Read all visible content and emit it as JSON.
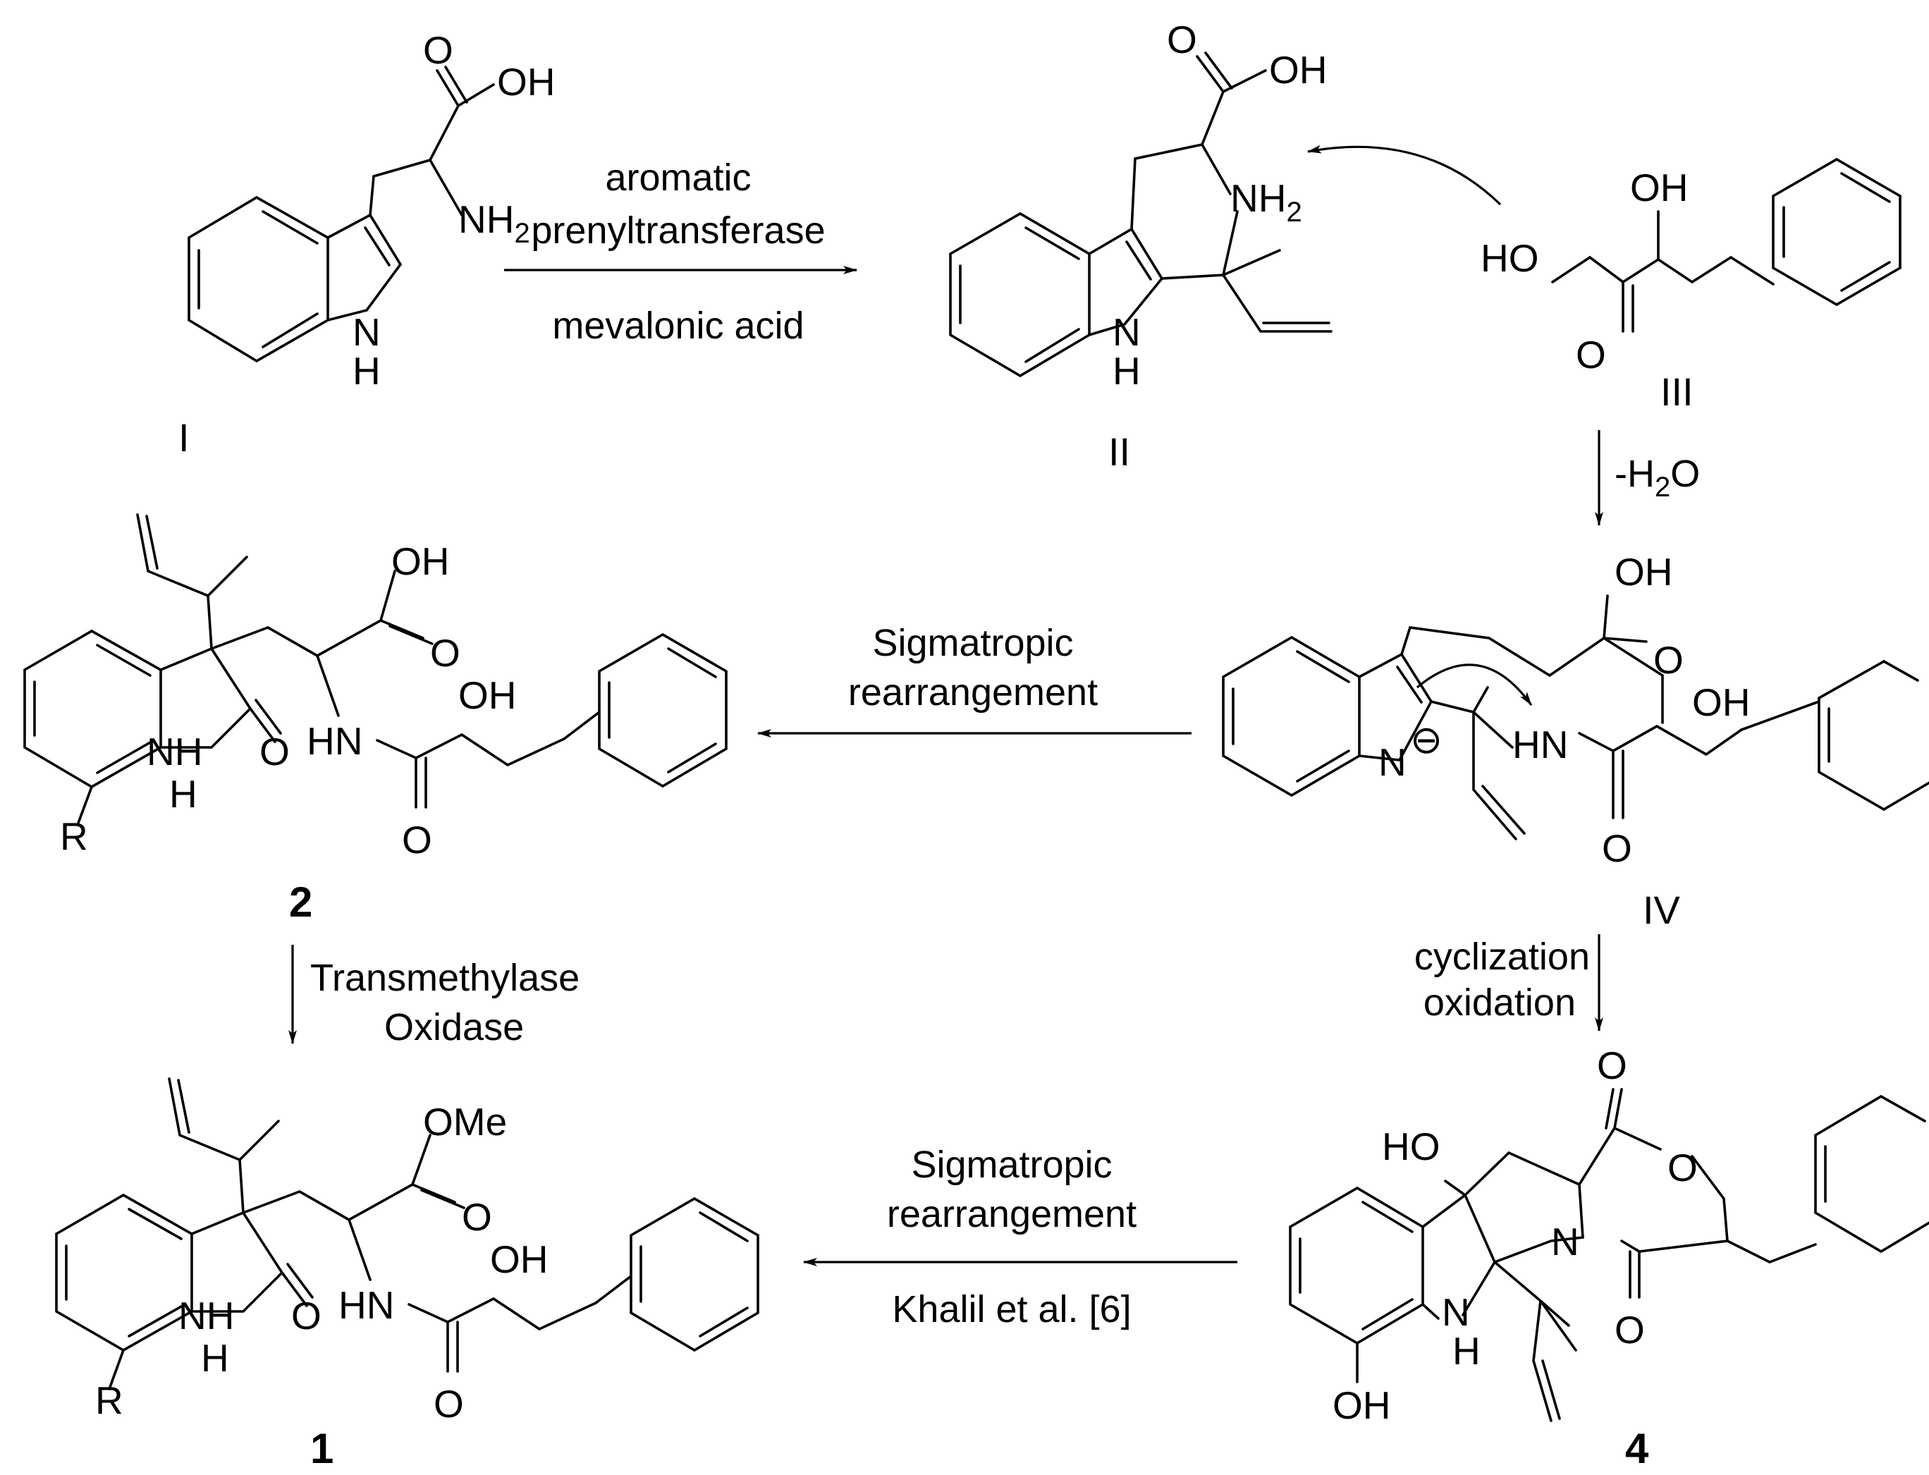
{
  "compounds": {
    "I": {
      "number": "I",
      "labels": {
        "carbonyl_o": "O",
        "oh": "OH",
        "nh2": "NH",
        "nh2_sub": "2",
        "n": "N",
        "h": "H"
      }
    },
    "II": {
      "number": "II",
      "labels": {
        "carbonyl_o": "O",
        "oh": "OH",
        "nh2": "NH",
        "nh2_sub": "2",
        "n": "N",
        "h": "H"
      }
    },
    "III": {
      "number": "III",
      "labels": {
        "oh": "OH",
        "ho": "HO",
        "carbonyl_o": "O"
      }
    },
    "IV": {
      "number": "IV",
      "labels": {
        "oh_acid": "OH",
        "carbonyl_o1": "O",
        "oh": "OH",
        "hn": "HN",
        "carbonyl_o2": "O",
        "n": "N",
        "charge": "⊖"
      }
    },
    "c2": {
      "number": "2",
      "labels": {
        "oh_acid": "OH",
        "carbonyl_o1": "O",
        "oh": "OH",
        "hn": "HN",
        "nh": "NH",
        "h": "H",
        "lactam_o": "O",
        "amide_o": "O",
        "r": "R"
      }
    },
    "c1": {
      "number": "1",
      "labels": {
        "ome": "OMe",
        "carbonyl_o1": "O",
        "oh": "OH",
        "hn": "HN",
        "nh": "NH",
        "h": "H",
        "lactam_o": "O",
        "amide_o": "O",
        "r": "R"
      }
    },
    "c4": {
      "number": "4",
      "labels": {
        "ho": "HO",
        "o_top": "O",
        "o_ring": "O",
        "n": "N",
        "nh": "N",
        "h": "H",
        "o_bottom": "O",
        "oh": "OH"
      }
    }
  },
  "arrows": {
    "a1": {
      "above_1": "aromatic",
      "above_2": "prenyltransferase",
      "below": "mevalonic acid"
    },
    "a2": {
      "label": "-H",
      "label_sub": "2",
      "label_end": "O"
    },
    "a3": {
      "line_1": "Sigmatropic",
      "line_2": "rearrangement"
    },
    "a4": {
      "line_1": "Transmethylase",
      "line_2": "Oxidase"
    },
    "a5": {
      "line_1": "cyclization",
      "line_2": "oxidation"
    },
    "a6": {
      "above_1": "Sigmatropic",
      "above_2": "rearrangement",
      "below": "Khalil et al. [6]"
    }
  }
}
